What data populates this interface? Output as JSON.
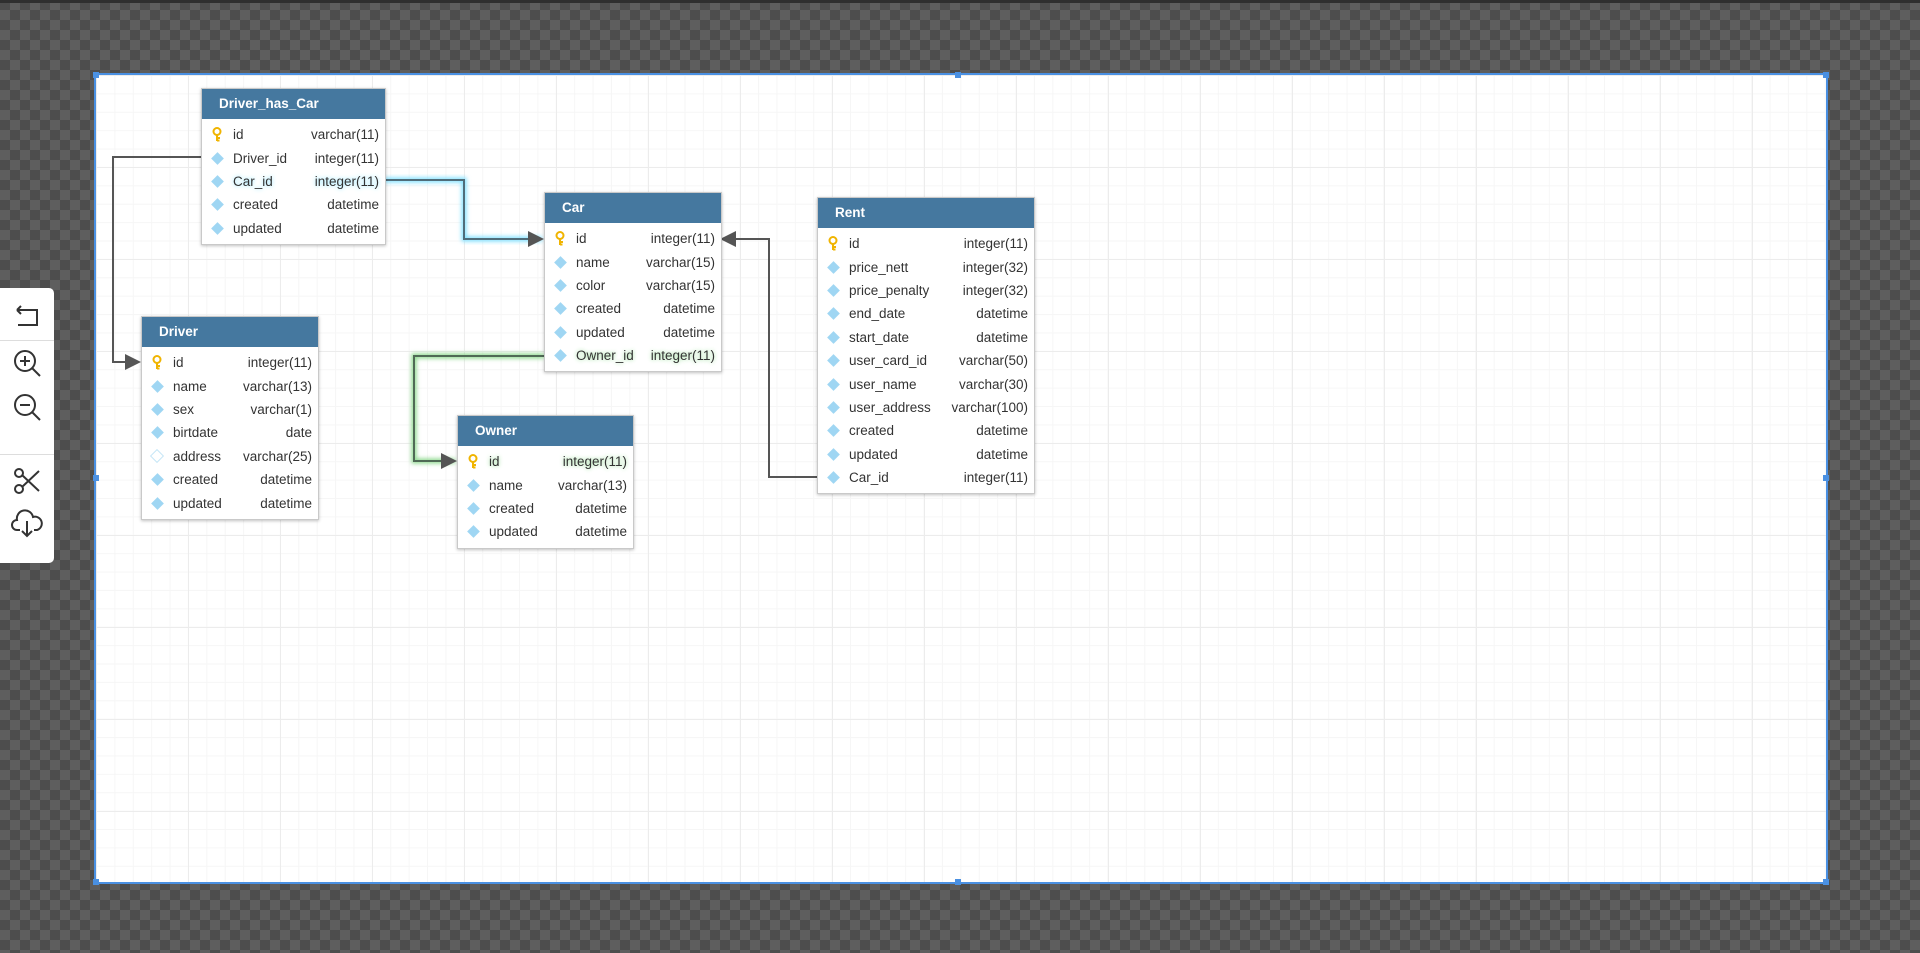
{
  "toolbar": {
    "items": [
      "undo",
      "zoom-in",
      "zoom-out",
      "cut",
      "cloud-download"
    ]
  },
  "colors": {
    "header": "#45789f",
    "selection": "#4a90e2",
    "key": "#f0b400",
    "attribute": "#9fd6f3"
  },
  "tables": {
    "driver_has_car": {
      "title": "Driver_has_Car",
      "columns": [
        {
          "name": "id",
          "type": "varchar(11)"
        },
        {
          "name": "Driver_id",
          "type": "integer(11)"
        },
        {
          "name": "Car_id",
          "type": "integer(11)"
        },
        {
          "name": "created",
          "type": "datetime"
        },
        {
          "name": "updated",
          "type": "datetime"
        }
      ]
    },
    "car": {
      "title": "Car",
      "columns": [
        {
          "name": "id",
          "type": "integer(11)"
        },
        {
          "name": "name",
          "type": "varchar(15)"
        },
        {
          "name": "color",
          "type": "varchar(15)"
        },
        {
          "name": "created",
          "type": "datetime"
        },
        {
          "name": "updated",
          "type": "datetime"
        },
        {
          "name": "Owner_id",
          "type": "integer(11)"
        }
      ]
    },
    "rent": {
      "title": "Rent",
      "columns": [
        {
          "name": "id",
          "type": "integer(11)"
        },
        {
          "name": "price_nett",
          "type": "integer(32)"
        },
        {
          "name": "price_penalty",
          "type": "integer(32)"
        },
        {
          "name": "end_date",
          "type": "datetime"
        },
        {
          "name": "start_date",
          "type": "datetime"
        },
        {
          "name": "user_card_id",
          "type": "varchar(50)"
        },
        {
          "name": "user_name",
          "type": "varchar(30)"
        },
        {
          "name": "user_address",
          "type": "varchar(100)"
        },
        {
          "name": "created",
          "type": "datetime"
        },
        {
          "name": "updated",
          "type": "datetime"
        },
        {
          "name": "Car_id",
          "type": "integer(11)"
        }
      ]
    },
    "driver": {
      "title": "Driver",
      "columns": [
        {
          "name": "id",
          "type": "integer(11)"
        },
        {
          "name": "name",
          "type": "varchar(13)"
        },
        {
          "name": "sex",
          "type": "varchar(1)"
        },
        {
          "name": "birtdate",
          "type": "date"
        },
        {
          "name": "address",
          "type": "varchar(25)"
        },
        {
          "name": "created",
          "type": "datetime"
        },
        {
          "name": "updated",
          "type": "datetime"
        }
      ]
    },
    "owner": {
      "title": "Owner",
      "columns": [
        {
          "name": "id",
          "type": "integer(11)"
        },
        {
          "name": "name",
          "type": "varchar(13)"
        },
        {
          "name": "created",
          "type": "datetime"
        },
        {
          "name": "updated",
          "type": "datetime"
        }
      ]
    }
  }
}
